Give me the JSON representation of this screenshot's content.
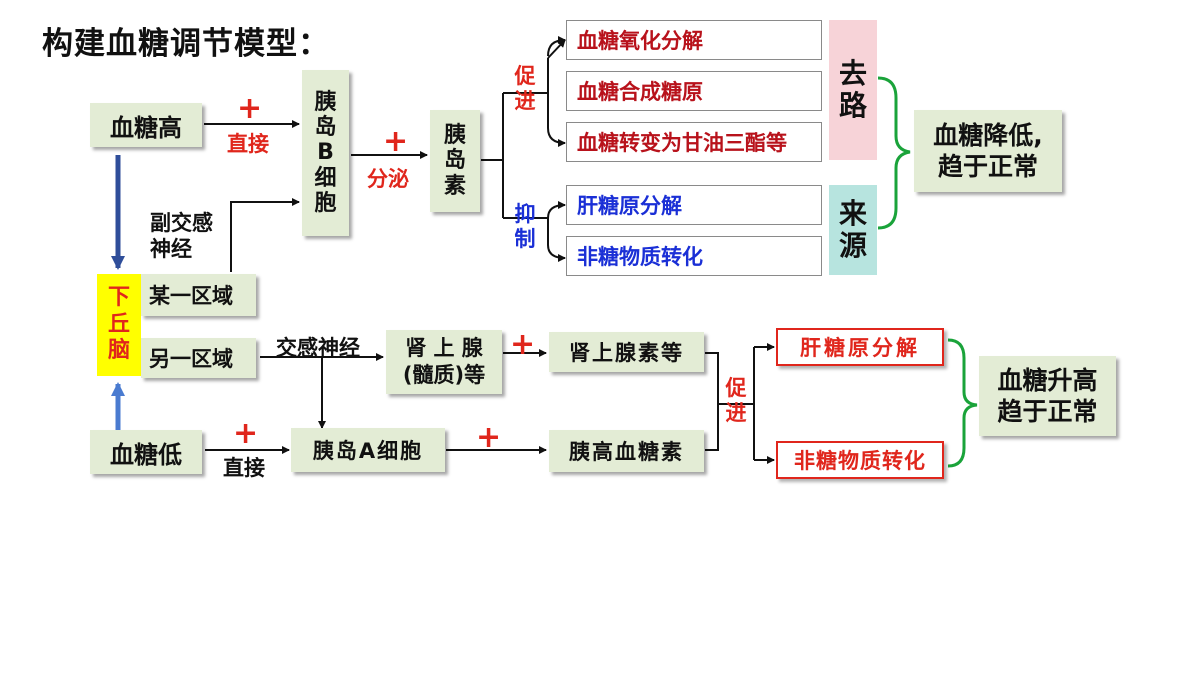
{
  "title": "构建血糖调节模型：",
  "nodes": {
    "high": "血糖高",
    "low": "血糖低",
    "beta_cell": [
      "胰",
      "岛",
      "B",
      "细",
      "胞"
    ],
    "insulin": [
      "胰",
      "岛",
      "素"
    ],
    "hypothalamus": [
      "下",
      "丘",
      "脑"
    ],
    "region1": "某一区域",
    "region2": "另一区域",
    "adrenal_medulla_1": "肾 上 腺",
    "adrenal_medulla_2": "(髓质)等",
    "epinephrine": "肾上腺素等",
    "alpha_cell": "胰岛A细胞",
    "glucagon": "胰高血糖素"
  },
  "labels": {
    "plus": "+",
    "direct": "直接",
    "secrete": "分泌",
    "parasym": [
      "副交感",
      "神经"
    ],
    "sympathetic": "交感神经",
    "promote": [
      "促",
      "进"
    ],
    "inhibit": [
      "抑",
      "制"
    ]
  },
  "insulin_effects": {
    "promote": [
      "血糖氧化分解",
      "血糖合成糖原",
      "血糖转变为甘油三酯等"
    ],
    "inhibit": [
      "肝糖原分解",
      "非糖物质转化"
    ]
  },
  "side_labels": {
    "out": [
      "去",
      "路"
    ],
    "source": [
      "来",
      "源"
    ]
  },
  "results": {
    "decrease": [
      "血糖降低,",
      "趋于正常"
    ],
    "increase": [
      "血糖升高",
      "趋于正常"
    ]
  },
  "glucagon_effects": [
    "肝糖原分解",
    "非糖物质转化"
  ]
}
